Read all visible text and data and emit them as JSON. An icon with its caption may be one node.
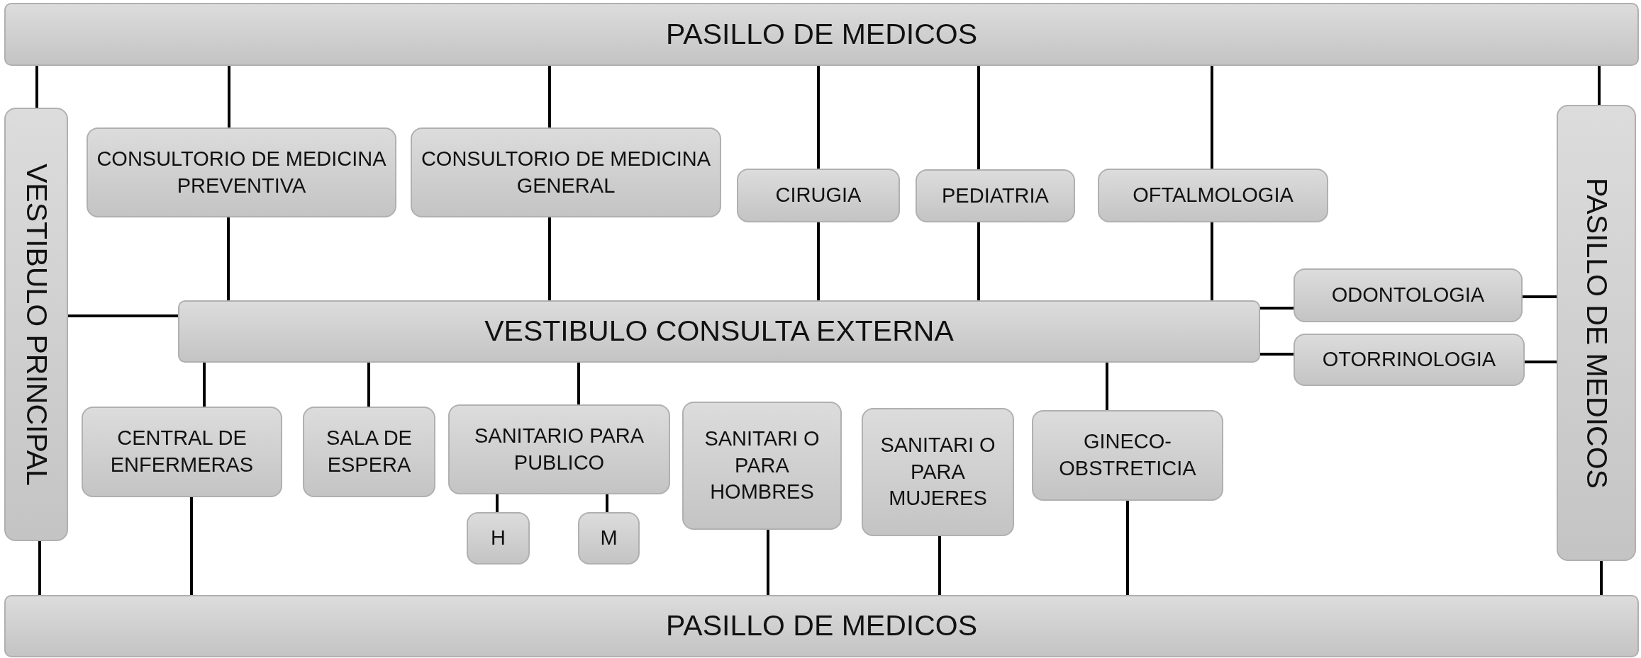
{
  "diagram": {
    "nodes": [
      {
        "text": [
          "PASILLO DE MEDICOS"
        ]
      },
      {
        "text": [
          "VESTIBULO PRINCIPAL"
        ]
      },
      {
        "text": [
          "CONSULTORIO DE MEDICINA PREVENTIVA"
        ]
      },
      {
        "text": [
          "CONSULTORIO DE MEDICINA GENERAL"
        ]
      },
      {
        "text": [
          "CIRUGIA"
        ]
      },
      {
        "text": [
          "PEDIATRIA"
        ]
      },
      {
        "text": [
          "OFTALMOLOGIA"
        ]
      },
      {
        "text": [
          "VESTIBULO CONSULTA EXTERNA"
        ]
      },
      {
        "text": [
          "ODONTOLOGIA"
        ]
      },
      {
        "text": [
          "OTORRINOLOGIA"
        ]
      },
      {
        "text": [
          "PASILLO DE MEDICOS"
        ]
      },
      {
        "text": [
          "CENTRAL DE ENFERMERAS"
        ]
      },
      {
        "text": [
          "SALA DE ESPERA"
        ]
      },
      {
        "text": [
          "SANITARIO PARA PUBLICO"
        ]
      },
      {
        "text": [
          "H"
        ]
      },
      {
        "text": [
          "M"
        ]
      },
      {
        "text": [
          "SANITARI O PARA HOMBRES"
        ]
      },
      {
        "text": [
          "SANITARI O PARA MUJERES"
        ]
      },
      {
        "text": [
          "GINECO-OBSTRETICIA"
        ]
      },
      {
        "text": [
          "PASILLO DE MEDICOS"
        ]
      }
    ],
    "edges": [
      {
        "from": 0,
        "to": 1,
        "arrow": "none"
      },
      {
        "from": 0,
        "to": 2,
        "arrow": "none"
      },
      {
        "from": 0,
        "to": 3,
        "arrow": "none"
      },
      {
        "from": 0,
        "to": 4,
        "arrow": "none"
      },
      {
        "from": 0,
        "to": 5,
        "arrow": "none"
      },
      {
        "from": 0,
        "to": 6,
        "arrow": "none"
      },
      {
        "from": 0,
        "to": 10,
        "arrow": "none"
      },
      {
        "from": 2,
        "to": 7,
        "arrow": "none"
      },
      {
        "from": 3,
        "to": 7,
        "arrow": "none"
      },
      {
        "from": 4,
        "to": 7,
        "arrow": "none"
      },
      {
        "from": 5,
        "to": 7,
        "arrow": "none"
      },
      {
        "from": 6,
        "to": 7,
        "arrow": "none"
      },
      {
        "from": 1,
        "to": 7,
        "arrow": "none"
      },
      {
        "from": 7,
        "to": 8,
        "arrow": "none"
      },
      {
        "from": 7,
        "to": 9,
        "arrow": "none"
      },
      {
        "from": 8,
        "to": 10,
        "arrow": "none"
      },
      {
        "from": 9,
        "to": 10,
        "arrow": "none"
      },
      {
        "from": 7,
        "to": 11,
        "arrow": "none"
      },
      {
        "from": 7,
        "to": 12,
        "arrow": "none"
      },
      {
        "from": 7,
        "to": 13,
        "arrow": "none"
      },
      {
        "from": 7,
        "to": 18,
        "arrow": "none"
      },
      {
        "from": 13,
        "to": 14,
        "arrow": "none"
      },
      {
        "from": 13,
        "to": 15,
        "arrow": "none"
      },
      {
        "from": 11,
        "to": 19,
        "arrow": "none"
      },
      {
        "from": 16,
        "to": 19,
        "arrow": "none"
      },
      {
        "from": 17,
        "to": 19,
        "arrow": "none"
      },
      {
        "from": 18,
        "to": 19,
        "arrow": "none"
      },
      {
        "from": 1,
        "to": 19,
        "arrow": "none"
      },
      {
        "from": 10,
        "to": 19,
        "arrow": "none"
      }
    ]
  }
}
